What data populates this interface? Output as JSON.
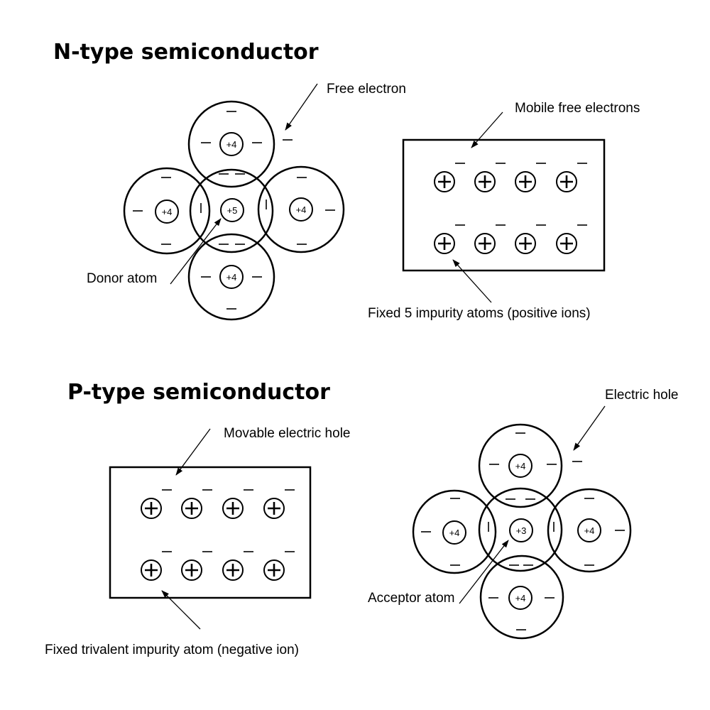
{
  "n_type": {
    "title": "N-type semiconductor",
    "free_electron_label": "Free electron",
    "mobile_free_electrons_label": "Mobile free electrons",
    "donor_atom_label": "Donor atom",
    "fixed_impurity_label": "Fixed 5 impurity atoms (positive ions)",
    "center_nucleus": "+5",
    "outer_nucleus": "+4"
  },
  "p_type": {
    "title": "P-type semiconductor",
    "movable_hole_label": "Movable electric hole",
    "electric_hole_label": "Electric hole",
    "acceptor_atom_label": "Acceptor atom",
    "fixed_trivalent_label": "Fixed trivalent impurity atom (negative ion)",
    "center_nucleus": "+3",
    "outer_nucleus": "+4"
  }
}
